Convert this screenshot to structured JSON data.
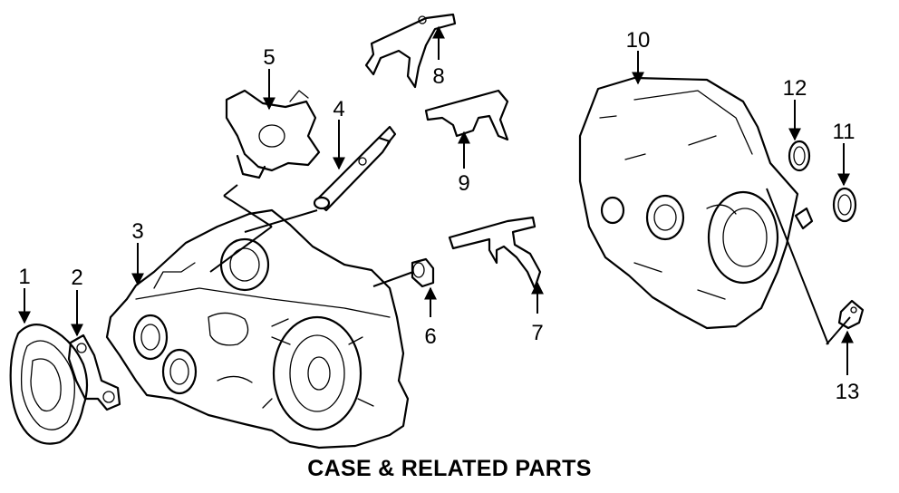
{
  "caption": "CASE & RELATED PARTS",
  "callouts": [
    "1",
    "2",
    "3",
    "4",
    "5",
    "6",
    "7",
    "8",
    "9",
    "10",
    "11",
    "12",
    "13"
  ]
}
